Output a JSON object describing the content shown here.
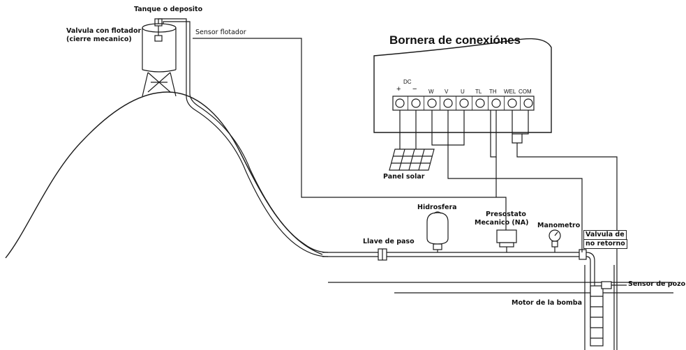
{
  "title": "Bornera de conexiónes",
  "labels": {
    "tank": "Tanque o deposito",
    "float_valve_1": "Valvula con flotador",
    "float_valve_2": "(cierre mecanico)",
    "float_sensor": "Sensor flotador",
    "solar_panel": "Panel solar",
    "hydrosphere": "Hidrosfera",
    "pressure_switch_1": "Presostato",
    "pressure_switch_2": "Mecanico (NA)",
    "manometer": "Manometro",
    "check_valve_1": "Valvula de",
    "check_valve_2": "no retorno",
    "stop_valve": "Llave de paso",
    "well_sensor": "Sensor de pozo",
    "pump_motor": "Motor de la bomba"
  },
  "terminal_block": {
    "dc_label": "DC",
    "dc_plus": "+",
    "dc_minus": "−",
    "terminals": [
      "W",
      "V",
      "U",
      "TL",
      "TH",
      "WEL",
      "COM"
    ]
  }
}
